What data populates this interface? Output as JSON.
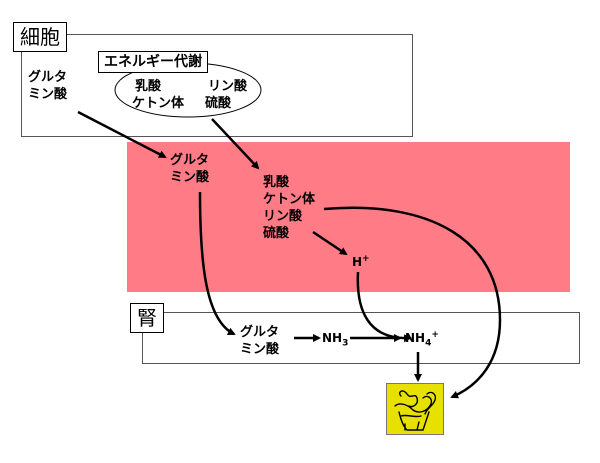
{
  "colors": {
    "blood_band": "#ff7b85",
    "toilet_bg": "#e8e100",
    "box_border": "#555555"
  },
  "cell": {
    "label": "細胞",
    "energy_label": "エネルギー代謝",
    "glutamine": [
      "グルタ",
      "ミン酸"
    ],
    "metabolites": [
      "乳酸",
      "リン酸",
      "ケトン体",
      "硫酸"
    ]
  },
  "blood": {
    "glutamine": [
      "グルタ",
      "ミン酸"
    ],
    "acids": [
      "乳酸",
      "ケトン体",
      "リン酸",
      "硫酸"
    ],
    "proton_base": "H",
    "proton_sup": "+"
  },
  "kidney": {
    "label": "腎",
    "glutamine": [
      "グルタ",
      "ミン酸"
    ],
    "nh3_base": "NH",
    "nh3_sub": "3",
    "nh4_base": "NH",
    "nh4_sub": "4",
    "nh4_sup": "+"
  },
  "icons": {
    "excretion": "toilet-icon"
  }
}
